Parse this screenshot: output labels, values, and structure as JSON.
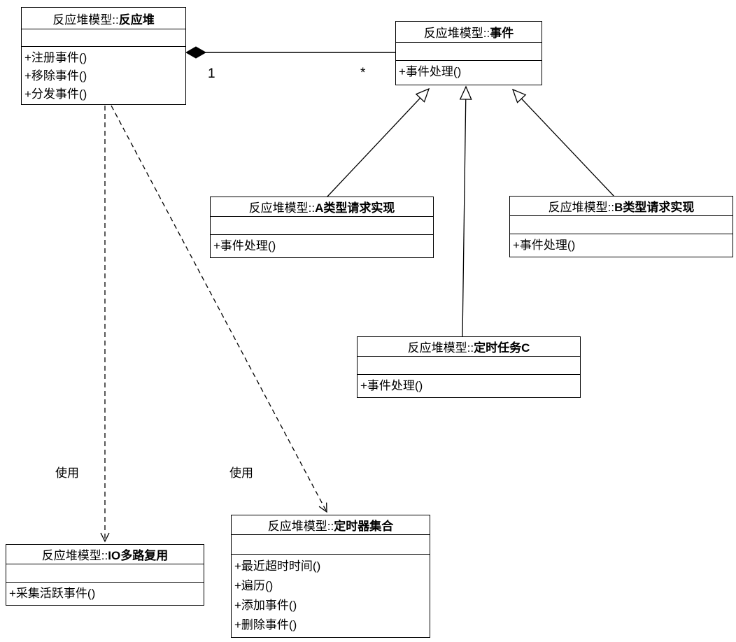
{
  "diagram": {
    "classes": {
      "reactor": {
        "prefix": "反应堆模型::",
        "name": "反应堆",
        "methods": [
          "+注册事件()",
          "+移除事件()",
          "+分发事件()"
        ]
      },
      "event": {
        "prefix": "反应堆模型::",
        "name": "事件",
        "methods": [
          "+事件处理()"
        ]
      },
      "request_a": {
        "prefix": "反应堆模型::",
        "name": "A类型请求实现",
        "methods": [
          "+事件处理()"
        ]
      },
      "request_b": {
        "prefix": "反应堆模型::",
        "name": "B类型请求实现",
        "methods": [
          "+事件处理()"
        ]
      },
      "timer_task_c": {
        "prefix": "反应堆模型::",
        "name": "定时任务C",
        "methods": [
          "+事件处理()"
        ]
      },
      "io_multiplex": {
        "prefix": "反应堆模型::",
        "name": "IO多路复用",
        "methods": [
          "+采集活跃事件()"
        ]
      },
      "timer_set": {
        "prefix": "反应堆模型::",
        "name": "定时器集合",
        "methods": [
          "+最近超时时间()",
          "+遍历()",
          "+添加事件()",
          "+删除事件()"
        ]
      }
    },
    "labels": {
      "composition_mult_left": "1",
      "composition_mult_right": "*",
      "use_left": "使用",
      "use_right": "使用"
    },
    "colors": {
      "line": "#000000",
      "background": "#ffffff",
      "box_fill": "#ffffff"
    }
  }
}
